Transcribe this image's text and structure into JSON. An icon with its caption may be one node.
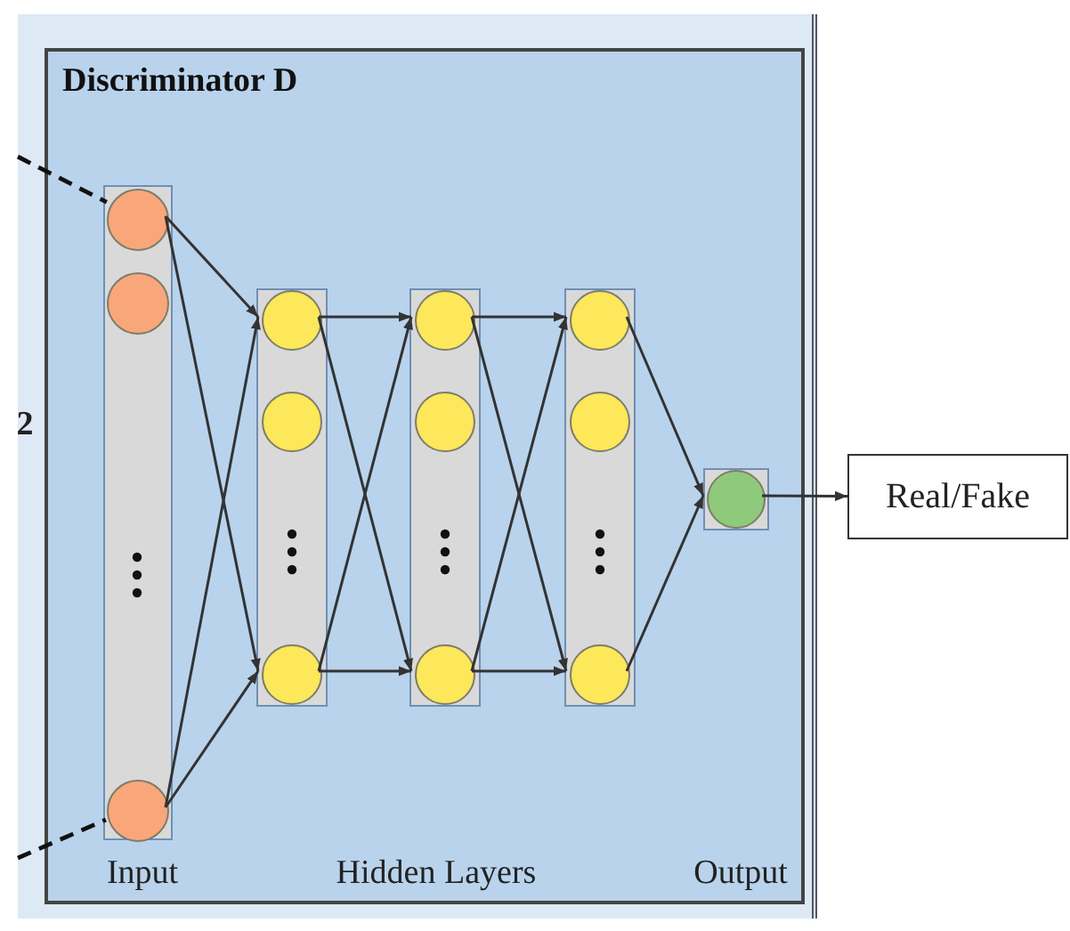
{
  "diagram": {
    "nodes": [
      {
        "text": [
          "Discriminator D"
        ]
      },
      {
        "text": [],
        "shape": "bar",
        "in": 0
      },
      {
        "text": [],
        "shape": "circle",
        "in": 1
      },
      {
        "text": [],
        "shape": "circle",
        "in": 1
      },
      {
        "text": [],
        "shape": "circle",
        "in": 1
      },
      {
        "text": [],
        "shape": "bar",
        "in": 0
      },
      {
        "text": [],
        "shape": "circle",
        "in": 5
      },
      {
        "text": [],
        "shape": "circle",
        "in": 5
      },
      {
        "text": [],
        "shape": "circle",
        "in": 5
      },
      {
        "text": [],
        "shape": "bar",
        "in": 0
      },
      {
        "text": [],
        "shape": "circle",
        "in": 9
      },
      {
        "text": [],
        "shape": "circle",
        "in": 9
      },
      {
        "text": [],
        "shape": "circle",
        "in": 9
      },
      {
        "text": [],
        "shape": "bar",
        "in": 0
      },
      {
        "text": [],
        "shape": "circle",
        "in": 13
      },
      {
        "text": [],
        "shape": "circle",
        "in": 13
      },
      {
        "text": [],
        "shape": "circle",
        "in": 13
      },
      {
        "text": [],
        "shape": "bar",
        "in": 0
      },
      {
        "text": [],
        "shape": "circle",
        "in": 17
      },
      {
        "text": [
          "Real/Fake"
        ]
      }
    ],
    "edges": [
      {
        "from": null,
        "to": 2,
        "arrow": "none",
        "style": "dashed"
      },
      {
        "from": null,
        "to": 4,
        "arrow": "none",
        "style": "dashed"
      },
      {
        "from": 2,
        "to": 6,
        "arrow": "to"
      },
      {
        "from": 2,
        "to": 8,
        "arrow": "to"
      },
      {
        "from": 4,
        "to": 6,
        "arrow": "to"
      },
      {
        "from": 4,
        "to": 8,
        "arrow": "to"
      },
      {
        "from": 6,
        "to": 10,
        "arrow": "to"
      },
      {
        "from": 6,
        "to": 12,
        "arrow": "to"
      },
      {
        "from": 8,
        "to": 10,
        "arrow": "to"
      },
      {
        "from": 8,
        "to": 12,
        "arrow": "to"
      },
      {
        "from": 10,
        "to": 14,
        "arrow": "to"
      },
      {
        "from": 10,
        "to": 16,
        "arrow": "to"
      },
      {
        "from": 12,
        "to": 14,
        "arrow": "to"
      },
      {
        "from": 12,
        "to": 16,
        "arrow": "to"
      },
      {
        "from": 14,
        "to": 18,
        "arrow": "to"
      },
      {
        "from": 16,
        "to": 18,
        "arrow": "to"
      },
      {
        "from": 18,
        "to": 19,
        "arrow": "to"
      }
    ],
    "labels": [
      "2",
      "Input",
      "Hidden Layers",
      "Output"
    ]
  }
}
